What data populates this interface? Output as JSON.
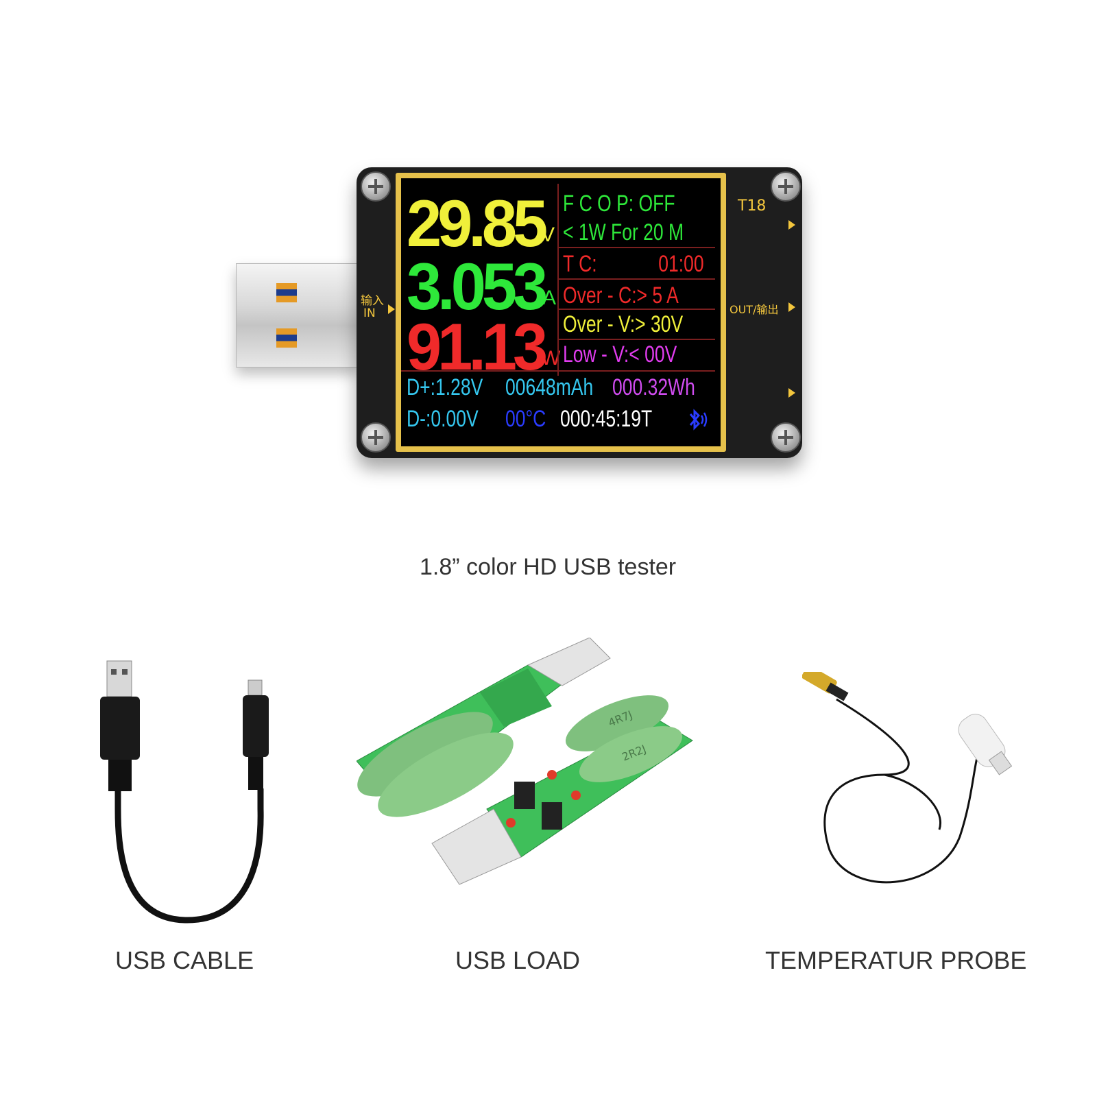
{
  "tester": {
    "model": "T18",
    "label_in_cn": "输入",
    "label_in": "IN",
    "label_out": "OUT/输出",
    "screen": {
      "voltage": "29.85",
      "voltage_unit": "V",
      "current": "3.053",
      "current_unit": "A",
      "power": "91.13",
      "power_unit": "W",
      "fcop": "F C O P: OFF",
      "cutoff": "< 1W For 20 M",
      "tc_label": "T C:",
      "tc_value": "01:00",
      "over_c": "Over - C:>  5 A",
      "over_v": "Over - V:> 30V",
      "low_v": "Low  - V:< 00V",
      "d_plus": "D+:1.28V",
      "capacity": "00648mAh",
      "energy": "000.32Wh",
      "d_minus": "D-:0.00V",
      "temperature": "00°C",
      "time": "000:45:19T"
    },
    "colors": {
      "voltage": "#f0f03a",
      "current": "#2ee83a",
      "power": "#f02a2a",
      "fcop": "#2ee83a",
      "tc": "#f02a2a",
      "over_c": "#f02a2a",
      "over_v": "#f0f03a",
      "low_v": "#e23cf0",
      "d_plus": "#35c8f0",
      "capacity": "#35c8f0",
      "energy": "#d04cf0",
      "d_minus": "#35c8f0",
      "temperature": "#2a3cff",
      "time": "#ffffff"
    }
  },
  "captions": {
    "tester": "1.8” color HD USB tester",
    "cable": "USB CABLE",
    "load": "USB LOAD",
    "probe": "TEMPERATUR PROBE"
  },
  "load_resistors": {
    "top": "4R7J",
    "bottom": "2R2J"
  },
  "icons": [
    "bluetooth-icon",
    "arrow-right-icon",
    "screw-icon"
  ]
}
